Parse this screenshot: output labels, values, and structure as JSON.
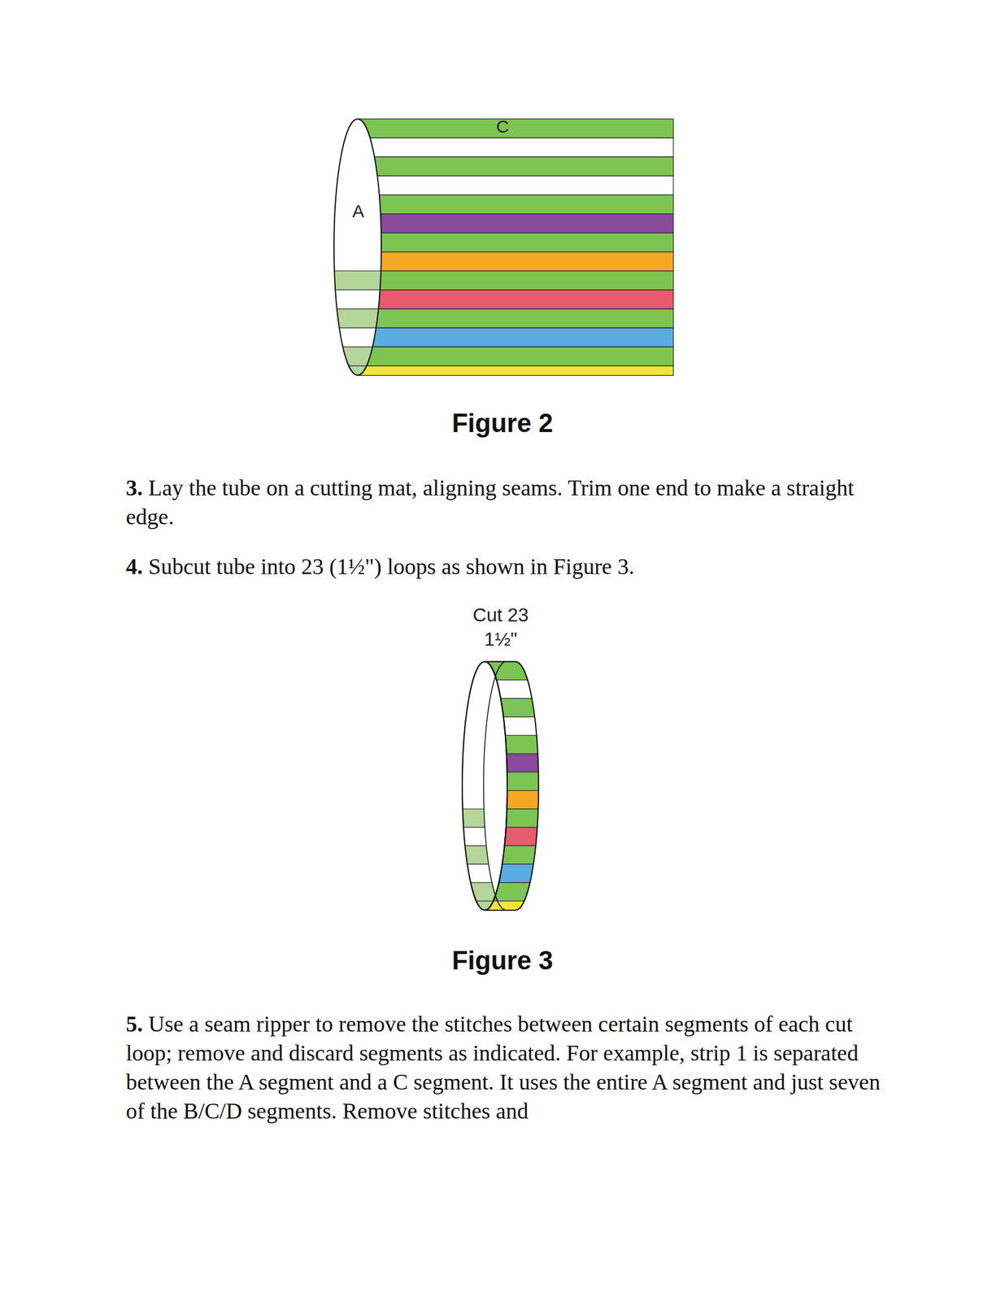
{
  "diagram": {
    "labels": [
      "C",
      "A",
      "Figure 2",
      "3.",
      "Lay the tube on a cutting mat, aligning seams. Trim one end to make a straight edge.",
      "4.",
      "Subcut tube into 23 (1½\") loops as shown in Figure 3.",
      "Cut 23",
      "1½\"",
      "Figure 3",
      "5.",
      "Use a seam ripper to remove the stitches between certain segments of each cut loop; remove and discard segments as indicated. For example, strip 1 is separated between the A segment and a C segment. It uses the entire A segment and just seven of the B/C/D segments. Remove stitches and"
    ]
  }
}
